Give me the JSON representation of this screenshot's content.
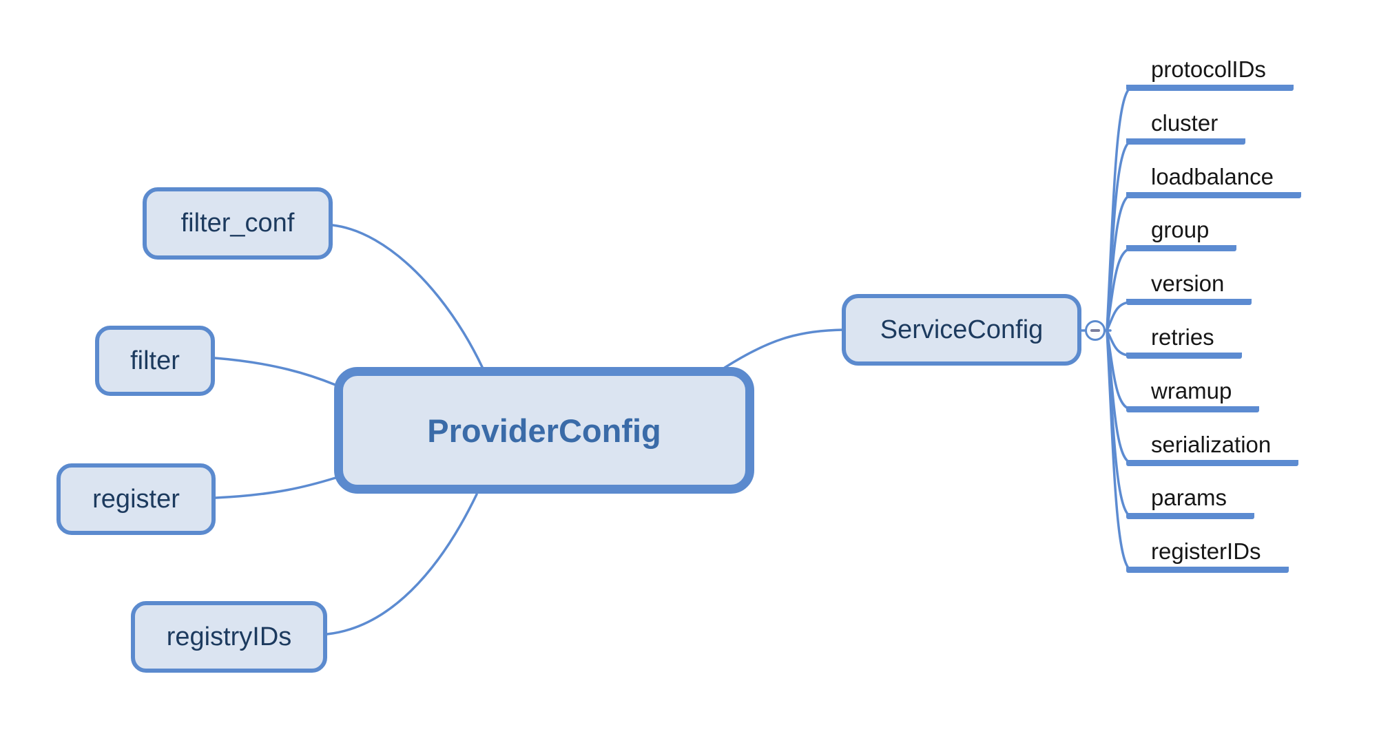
{
  "diagram": {
    "root": {
      "label": "ProviderConfig"
    },
    "left_nodes": [
      {
        "label": "filter_conf"
      },
      {
        "label": "filter"
      },
      {
        "label": "register"
      },
      {
        "label": "registryIDs"
      }
    ],
    "service_node": {
      "label": "ServiceConfig"
    },
    "collapse_toggle": {
      "icon": "minus-icon"
    },
    "service_children": [
      "protocolIDs",
      "cluster",
      "loadbalance",
      "group",
      "version",
      "retries",
      "wramup",
      "serialization",
      "params",
      "registerIDs"
    ],
    "colors": {
      "branch": "#5c8bd1",
      "node_fill": "#dbe4f1",
      "node_border": "#5b8ace",
      "root_text": "#3a6ba8",
      "node_text": "#1c3a5e",
      "leaf_text": "#161616",
      "minus": "#7b7f9e"
    }
  }
}
